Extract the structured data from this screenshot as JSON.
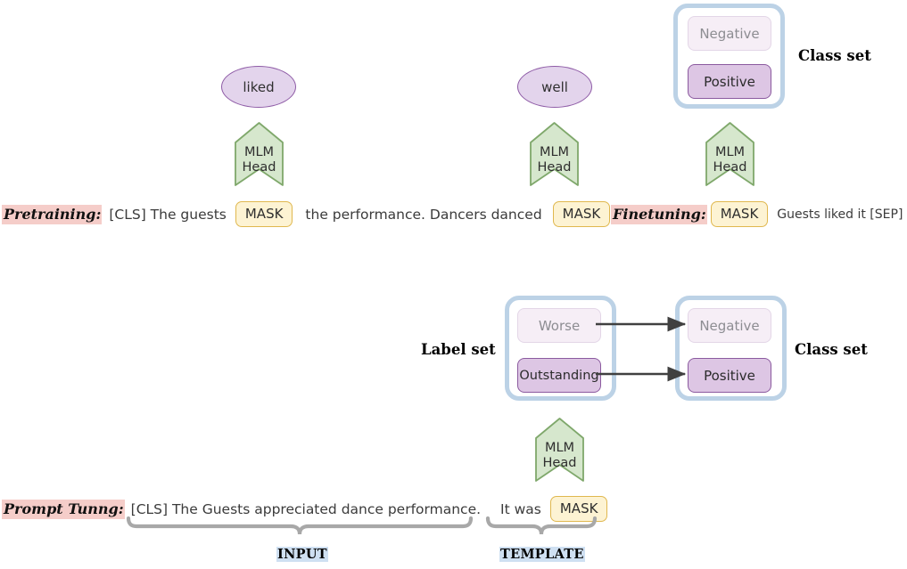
{
  "colors": {
    "mask_fill": "#fdf3d3",
    "mask_border": "#e0b84f",
    "mlm_fill": "#d6e7cd",
    "mlm_border": "#7fa86b",
    "ellipse_fill": "#e3d4ec",
    "ellipse_border": "#8e5ba6",
    "setbox_border": "#bcd2e6",
    "chip_light_fill": "#f6eef6",
    "chip_dark_fill": "#ddc6e4",
    "chip_dark_border": "#8b5a9f",
    "label_highlight": "#f5cdc9",
    "tag_highlight": "#cfe0f2",
    "brace": "#a8a8a8",
    "arrow": "#404040"
  },
  "rows": {
    "pretraining": {
      "label": "Pretraining",
      "colon": ":",
      "text_before": "[CLS] The guests",
      "mask1": "MASK",
      "text_middle": "the performance. Dancers danced",
      "mask2": "MASK",
      "head1": {
        "line1": "MLM",
        "line2": "Head"
      },
      "head2": {
        "line1": "MLM",
        "line2": "Head"
      },
      "word1": "liked",
      "word2": "well"
    },
    "finetuning": {
      "label": "Finetuning",
      "colon": ":",
      "mask": "MASK",
      "text_after": "Guests liked it [SEP]",
      "head": {
        "line1": "MLM",
        "line2": "Head"
      },
      "class_set_caption": "Class set",
      "classes": [
        {
          "name": "Negative",
          "state": "inactive"
        },
        {
          "name": "Positive",
          "state": "active"
        }
      ]
    },
    "prompt_tuning": {
      "label": "Prompt Tunng",
      "colon": ":",
      "input_text": "[CLS] The Guests appreciated dance performance.",
      "template_text": "It was",
      "mask": "MASK",
      "head": {
        "line1": "MLM",
        "line2": "Head"
      },
      "label_set_caption": "Label set",
      "class_set_caption": "Class set",
      "labels": [
        {
          "name": "Worse",
          "state": "inactive"
        },
        {
          "name": "Outstanding",
          "state": "active"
        }
      ],
      "classes": [
        {
          "name": "Negative",
          "state": "inactive"
        },
        {
          "name": "Positive",
          "state": "active"
        }
      ],
      "input_tag": "INPUT",
      "template_tag": "TEMPLATE"
    }
  }
}
